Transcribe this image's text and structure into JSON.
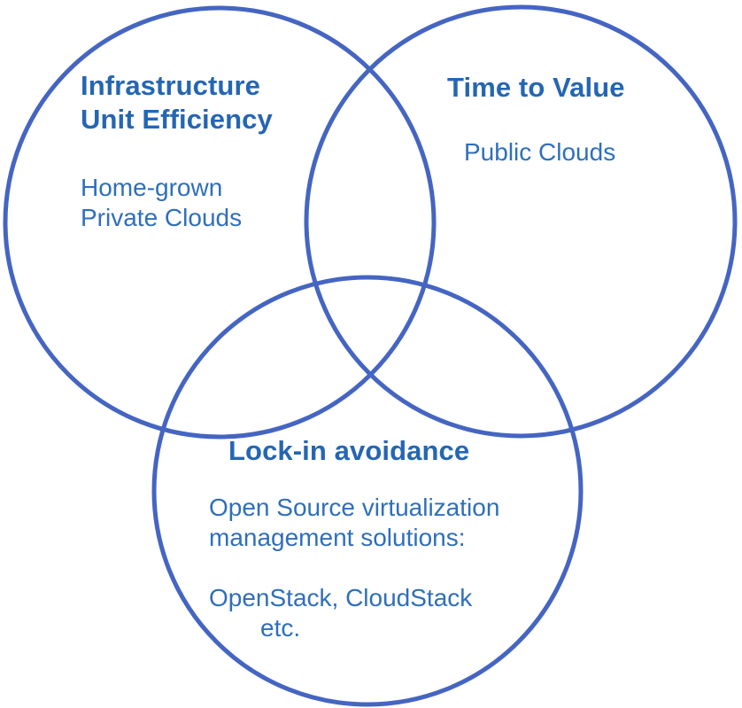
{
  "colors": {
    "circle_stroke": "#4565c2",
    "heading_text": "#2566b3",
    "body_text": "#2f6fbb"
  },
  "circles": [
    {
      "id": "infrastructure",
      "heading": [
        "Infrastructure",
        "Unit Efficiency"
      ],
      "body": [
        "Home-grown",
        "Private Clouds"
      ]
    },
    {
      "id": "time-to-value",
      "heading": [
        "Time to Value"
      ],
      "body": [
        "Public Clouds"
      ]
    },
    {
      "id": "lock-in",
      "heading": [
        "Lock-in avoidance"
      ],
      "body": [
        "Open Source virtualization",
        "management solutions:"
      ],
      "body_extra": [
        "OpenStack, CloudStack",
        "etc."
      ]
    }
  ]
}
